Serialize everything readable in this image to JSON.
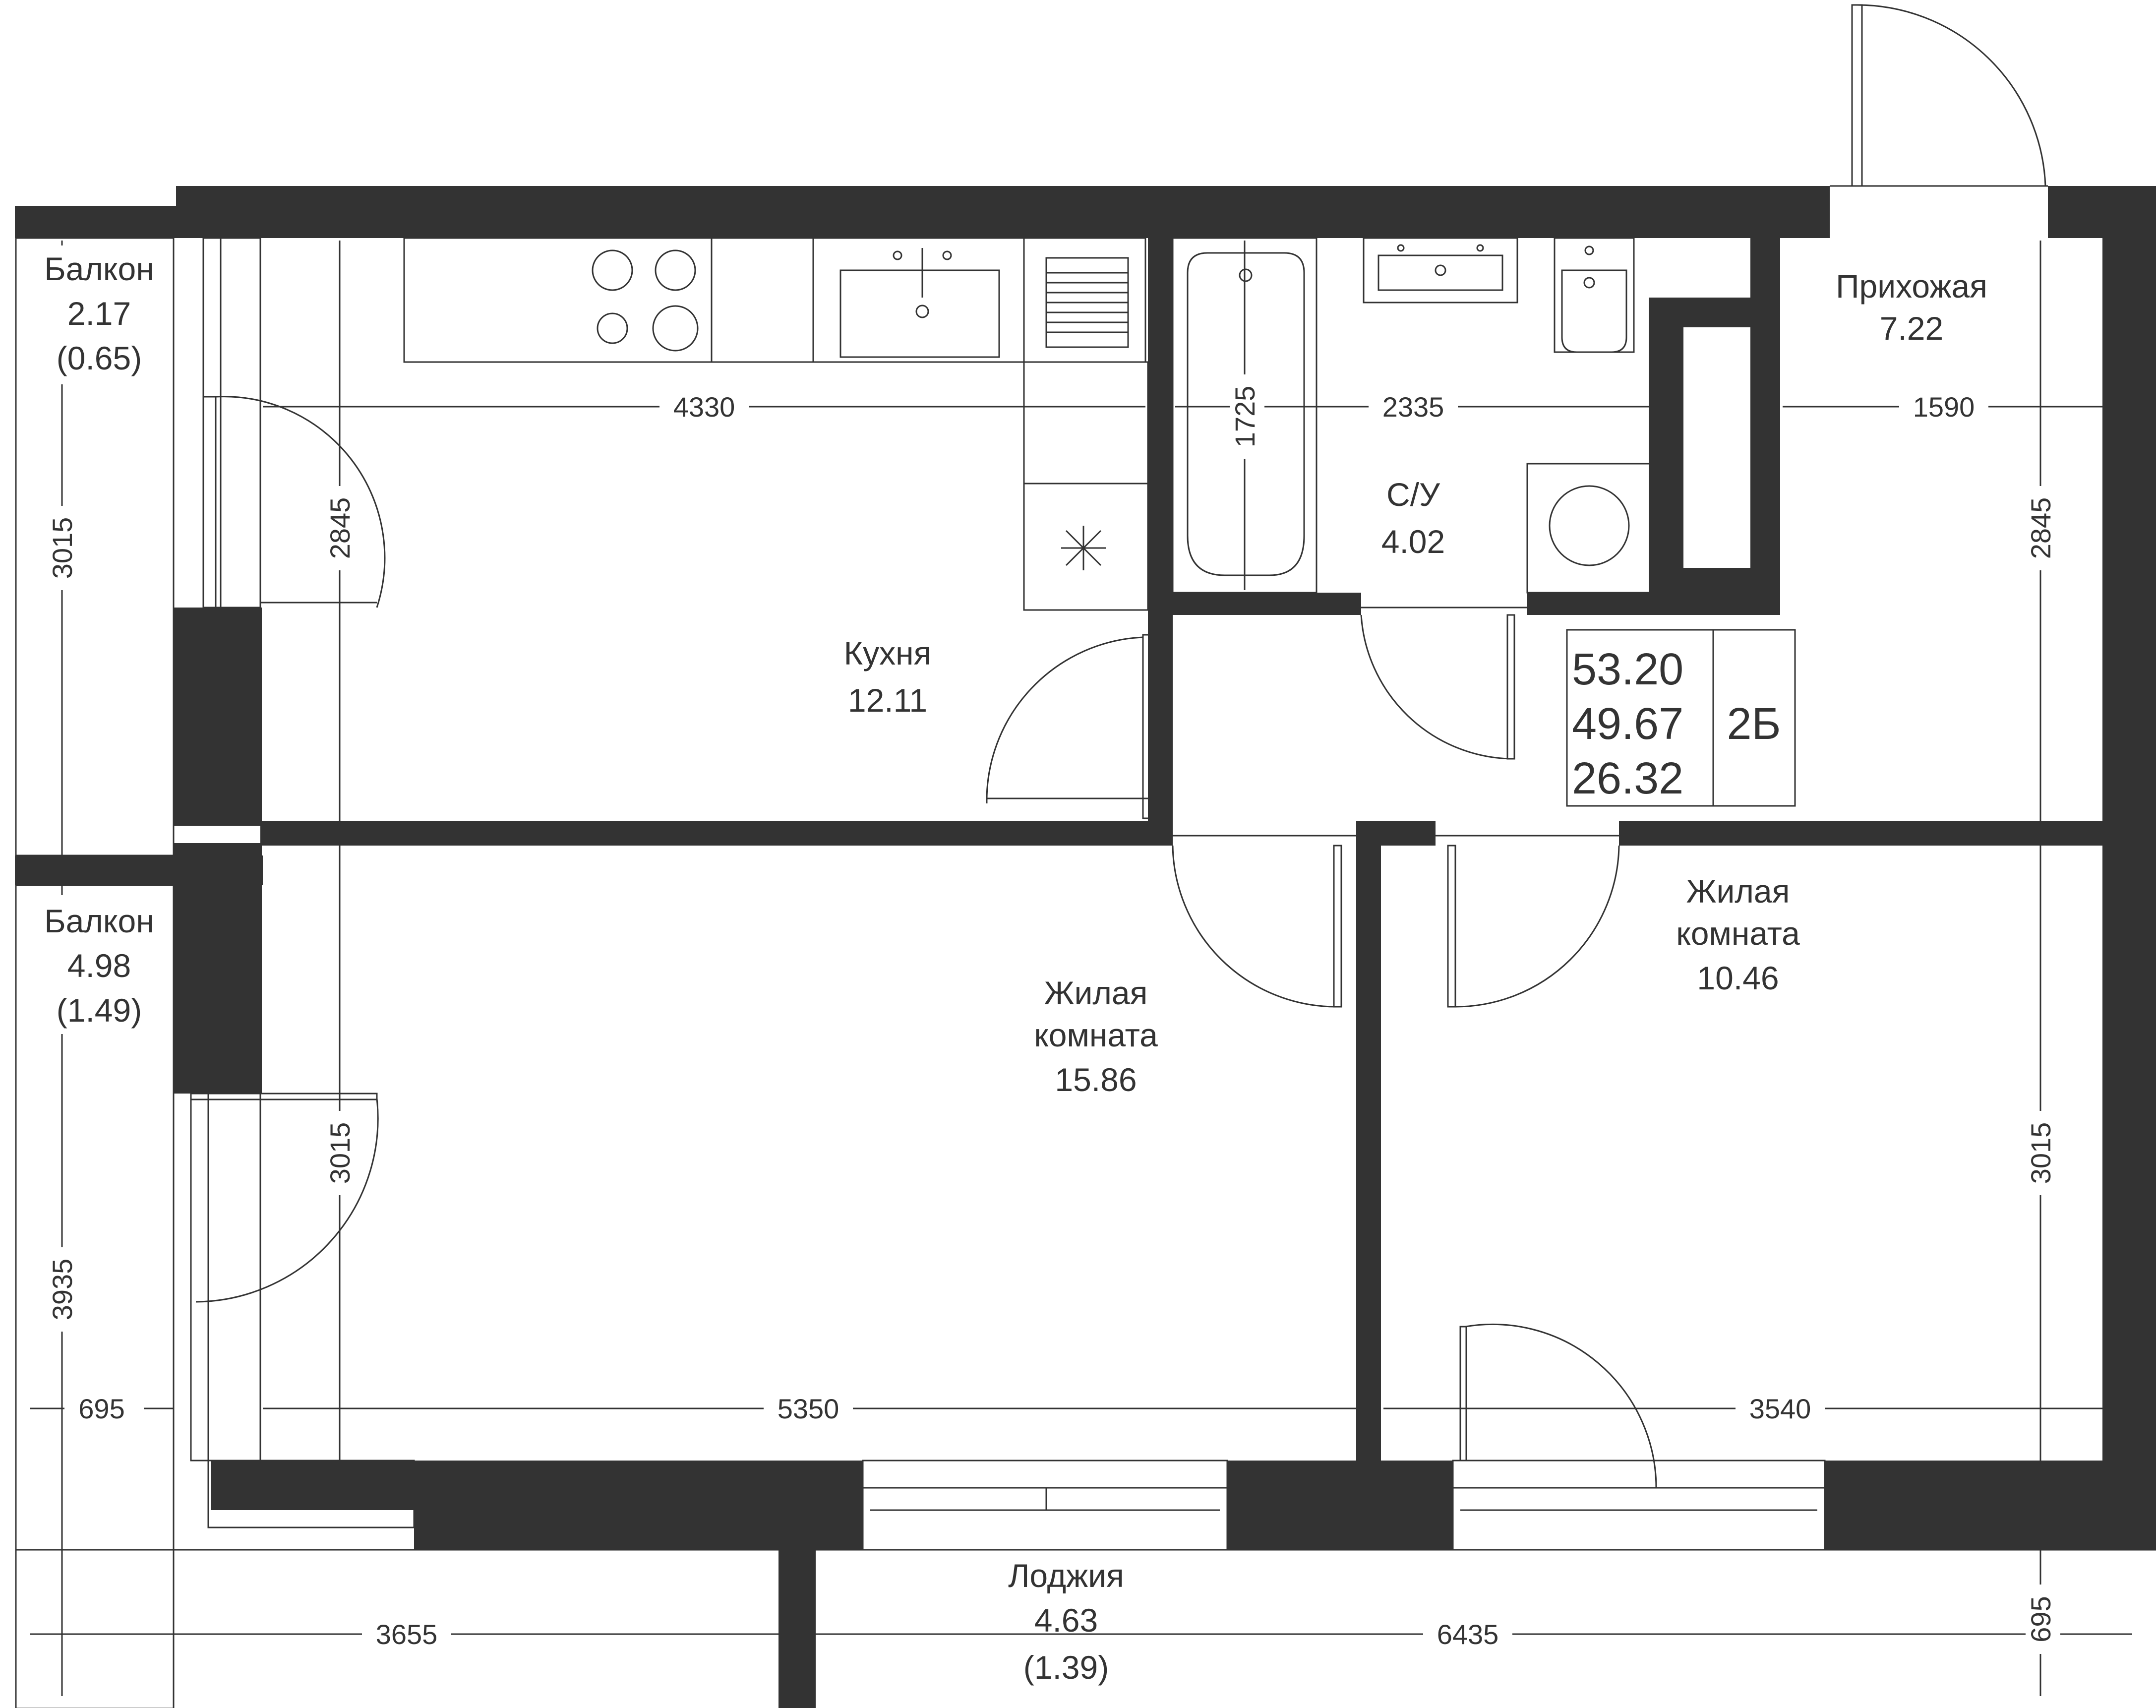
{
  "colors": {
    "wall": "#333333",
    "background": "#ffffff"
  },
  "rooms": {
    "balcony_top": {
      "name": "Балкон",
      "area": "2.17",
      "reduced": "(0.65)"
    },
    "balcony_bottom": {
      "name": "Балкон",
      "area": "4.98",
      "reduced": "(1.49)"
    },
    "kitchen": {
      "name": "Кухня",
      "area": "12.11"
    },
    "bathroom": {
      "name": "С/У",
      "area": "4.02"
    },
    "hallway": {
      "name": "Прихожая",
      "area": "7.22"
    },
    "living_large": {
      "name_line1": "Жилая",
      "name_line2": "комната",
      "area": "15.86"
    },
    "living_small": {
      "name_line1": "Жилая",
      "name_line2": "комната",
      "area": "10.46"
    },
    "loggia": {
      "name": "Лоджия",
      "area": "4.63",
      "reduced": "(1.39)"
    }
  },
  "info_box": {
    "total_area": "53.20",
    "living_total": "49.67",
    "living_area": "26.32",
    "apartment_type": "2Б"
  },
  "dimensions": {
    "kitchen_width": "4330",
    "kitchen_depth": "2845",
    "bath_width": "2335",
    "bath_tub": "1725",
    "hall_width": "1590",
    "hall_depth": "2845",
    "balcony_top_len": "3015",
    "living_large_depth": "3015",
    "living_small_depth": "3015",
    "balcony_bottom_len": "3935",
    "balcony_width": "695",
    "living_large_width": "5350",
    "living_small_width": "3540",
    "loggia_left": "3655",
    "loggia_right": "6435",
    "loggia_depth": "695"
  },
  "icons": [
    "stove-icon",
    "sink-icon",
    "dishwasher-icon",
    "fridge-icon",
    "bathtub-icon",
    "washbasin-icon",
    "toilet-icon",
    "washing-machine-icon",
    "door-swing-icon"
  ]
}
